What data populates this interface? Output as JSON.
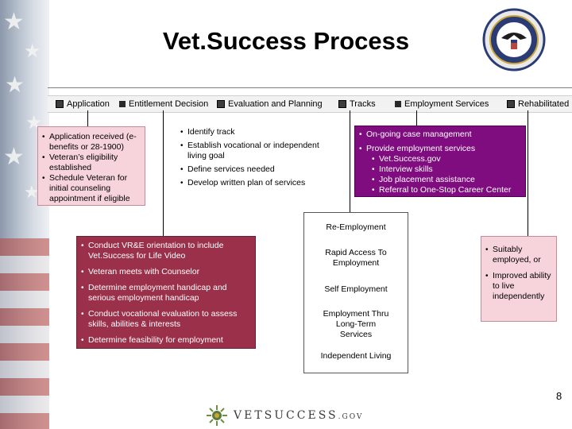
{
  "slide": {
    "title": "Vet.Success Process",
    "page_number": "8"
  },
  "timeline": {
    "phases": [
      "Application",
      "Entitlement Decision",
      "Evaluation and Planning",
      "Tracks",
      "Employment Services",
      "Rehabilitated"
    ]
  },
  "boxes": {
    "application": [
      "Application received (e-benefits or 28-1900)",
      "Veteran’s eligibility established",
      "Schedule Veteran for initial counseling appointment if eligible"
    ],
    "evaluation": [
      "Identify track",
      "Establish vocational or independent living goal",
      "Define services needed",
      "Develop written plan of services"
    ],
    "employment_services": {
      "item1": "On-going case management",
      "item2": "Provide employment services",
      "subitems": [
        "Vet.Success.gov",
        "Interview skills",
        "Job placement assistance",
        "Referral to One-Stop Career Center"
      ]
    },
    "orientation": [
      "Conduct VR&E orientation to include Vet.Success for Life Video",
      "Veteran meets with Counselor",
      "Determine employment handicap and serious employment handicap",
      "Conduct vocational evaluation to assess skills, abilities & interests",
      "Determine feasibility for employment"
    ],
    "tracks": {
      "reemployment": "Re-Employment",
      "rapid_access": "Rapid Access To Employment",
      "self_employment": "Self Employment",
      "long_term": "Employment Thru Long-Term Services",
      "independent_living": "Independent Living"
    },
    "rehabilitated": [
      "Suitably employed, or",
      "Improved ability to live independently"
    ]
  },
  "footer": {
    "wordmark": "VETSUCCESS",
    "wordmark_suffix": ".GOV"
  },
  "icons": {
    "seal": "va-seal-icon",
    "emblem": "vetsuccess-emblem-icon"
  },
  "colors": {
    "pink": "#f7d4dc",
    "maroon": "#9b304a",
    "purple": "#7f0d7f"
  }
}
